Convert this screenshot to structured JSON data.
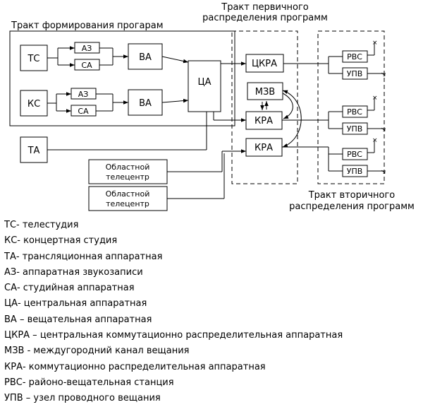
{
  "groups": {
    "formation": "Тракт формирования прогарам",
    "primary_line1": "Тракт первичного",
    "primary_line2": "распределения программ",
    "secondary_line1": "Тракт вторичного",
    "secondary_line2": "распределения программ"
  },
  "blocks": {
    "ts": "ТС",
    "ks": "КС",
    "az1": "АЗ",
    "sa1": "СА",
    "az2": "АЗ",
    "sa2": "СА",
    "va1": "ВА",
    "va2": "ВА",
    "ca": "ЦА",
    "ta": "ТА",
    "regional1_line1": "Областной",
    "regional1_line2": "телецентр",
    "regional2_line1": "Областной",
    "regional2_line2": "телецентр",
    "ckra": "ЦКРА",
    "mzv": "МЗВ",
    "kra1": "КРА",
    "kra2": "КРА",
    "rvs1": "РВС",
    "upv1": "УПВ",
    "rvs2": "РВС",
    "upv2": "УПВ",
    "rvs3": "РВС",
    "upv3": "УПВ"
  },
  "legend": [
    "ТС- телестудия",
    "КС- концертная студия",
    "ТА- трансляционная аппаратная",
    "АЗ- аппаратная звукозаписи",
    "СА- студийная аппаратная",
    "ЦА- центральная аппаратная",
    "ВА – вещательная аппаратная",
    "ЦКРА – центральная коммутационно распределительная аппаратная",
    "МЗВ  - междугородний канал вещания",
    "КРА- коммутационно распределительная аппаратная",
    "РВС- районо-вещательная станция",
    "УПВ – узел проводного вещания"
  ]
}
